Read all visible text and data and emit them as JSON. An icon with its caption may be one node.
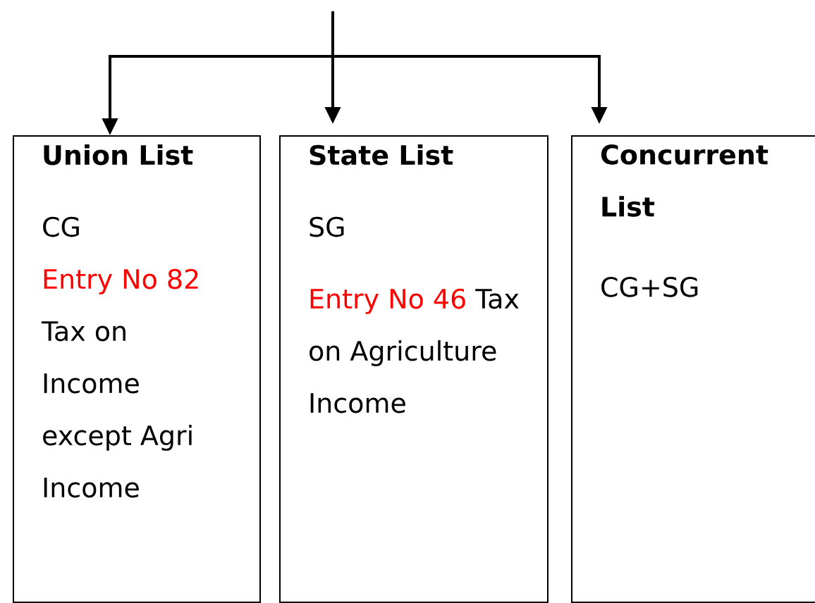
{
  "diagram": {
    "nodes": [
      {
        "text": [
          "Union List",
          "CG",
          "Entry No 82",
          "Tax on Income except Agri Income"
        ]
      },
      {
        "text": [
          "State List",
          "SG",
          "Entry No 46",
          "Tax on Agriculture Income"
        ]
      },
      {
        "text": [
          "Concurrent List",
          "CG+SG"
        ]
      }
    ],
    "edges": [
      {
        "from": null,
        "to": 0,
        "arrow": "to"
      },
      {
        "from": null,
        "to": 1,
        "arrow": "to"
      },
      {
        "from": null,
        "to": 2,
        "arrow": "to"
      }
    ]
  }
}
